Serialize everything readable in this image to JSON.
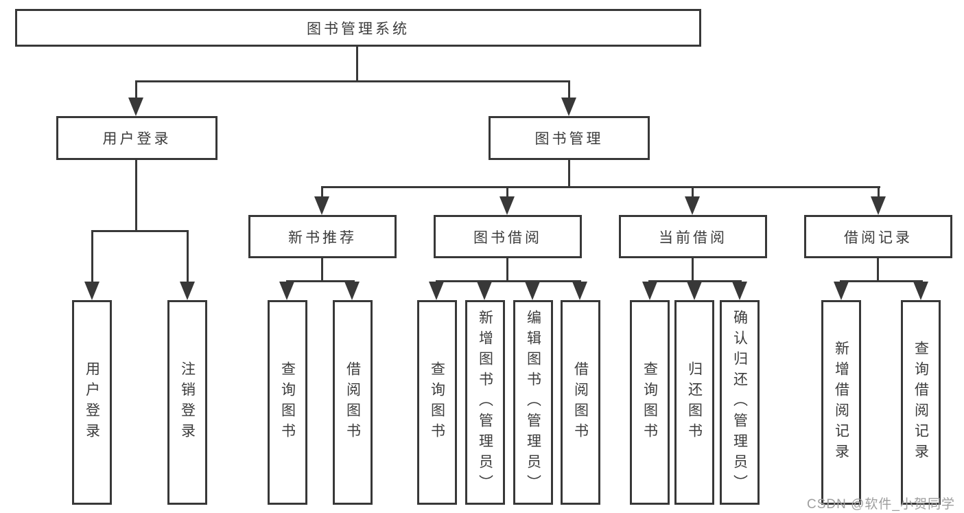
{
  "diagram_type": "hierarchy-tree",
  "colors": {
    "line": "#383838",
    "box_border": "#383838",
    "text": "#3c3c3c",
    "background": "#ffffff",
    "watermark": "#9e9e9e"
  },
  "watermark": {
    "text": "CSDN @软件_小贺同学"
  },
  "tree": {
    "label": "图书管理系统",
    "children": [
      {
        "label": "用户登录",
        "children": [
          {
            "label": "用户登录"
          },
          {
            "label": "注销登录"
          }
        ]
      },
      {
        "label": "图书管理",
        "children": [
          {
            "label": "新书推荐",
            "children": [
              {
                "label": "查询图书"
              },
              {
                "label": "借阅图书"
              }
            ]
          },
          {
            "label": "图书借阅",
            "children": [
              {
                "label": "查询图书"
              },
              {
                "label": "新增图书（管理员）"
              },
              {
                "label": "编辑图书（管理员）"
              },
              {
                "label": "借阅图书"
              }
            ]
          },
          {
            "label": "当前借阅",
            "children": [
              {
                "label": "查询图书"
              },
              {
                "label": "归还图书"
              },
              {
                "label": "确认归还（管理员）"
              }
            ]
          },
          {
            "label": "借阅记录",
            "children": [
              {
                "label": "新增借阅记录"
              },
              {
                "label": "查询借阅记录"
              }
            ]
          }
        ]
      }
    ]
  }
}
